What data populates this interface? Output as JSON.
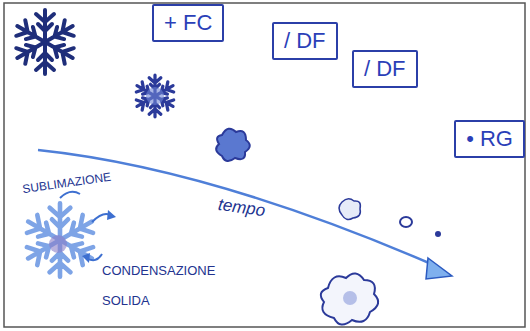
{
  "diagram": {
    "nodes": [
      {
        "text": [
          "+ FC"
        ]
      },
      {
        "text": [
          "/ DF"
        ]
      },
      {
        "text": [
          "/ DF"
        ]
      },
      {
        "text": [
          "• RG"
        ]
      }
    ],
    "labels": [
      "SUBLIMAZIONE",
      "tempo",
      "CONDENSAZIONE SOLIDA"
    ]
  }
}
